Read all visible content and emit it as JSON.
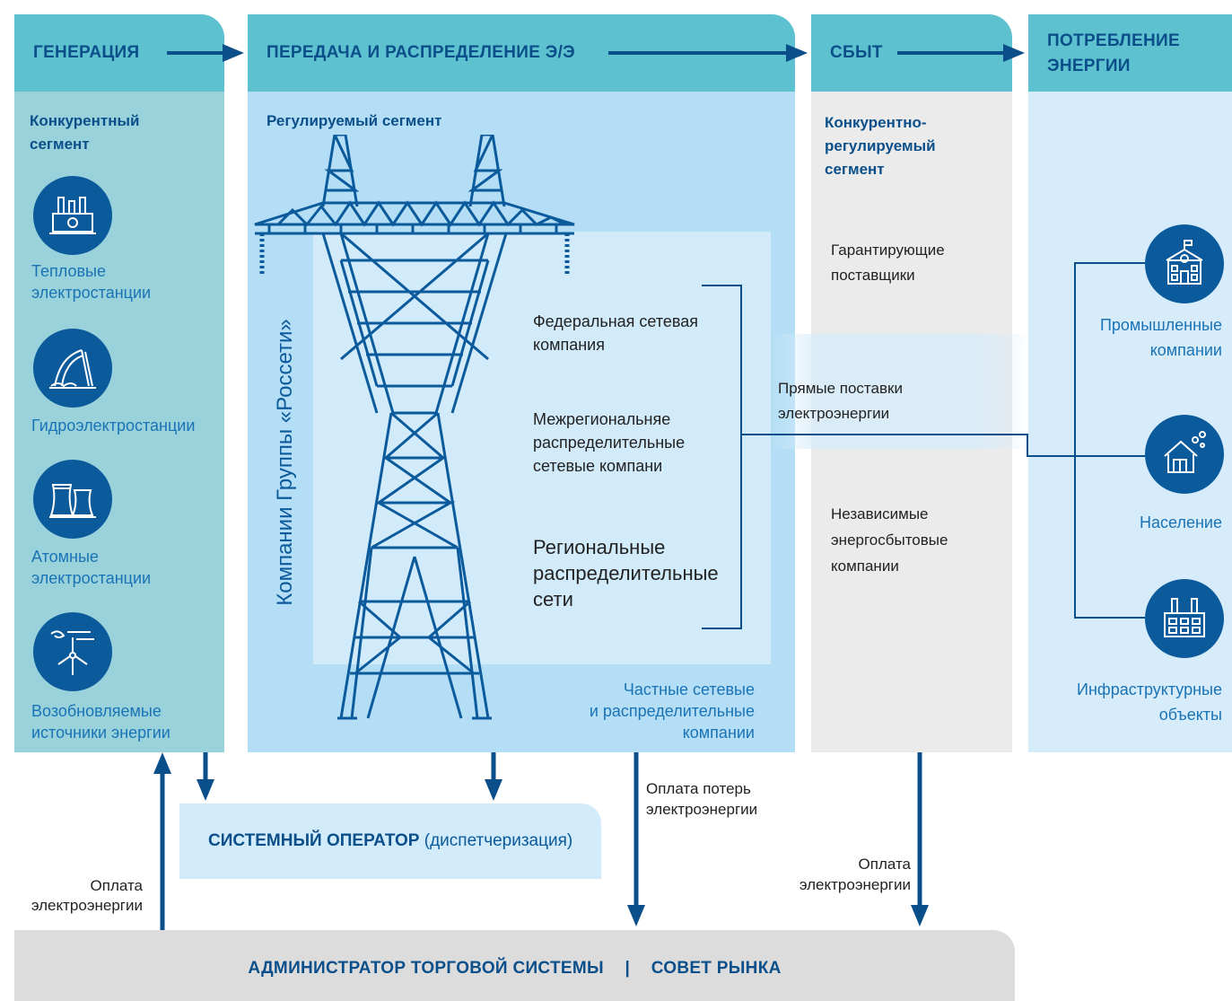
{
  "headers": {
    "generation": "ГЕНЕРАЦИЯ",
    "transmission": "ПЕРЕДАЧА И РАСПРЕДЕЛЕНИЕ Э/Э",
    "sales": "СБЫТ",
    "consumption_line1": "ПОТРЕБЛЕНИЕ",
    "consumption_line2": "ЭНЕРГИИ"
  },
  "generation": {
    "segment_line1": "Конкурентный",
    "segment_line2": "сегмент",
    "items": [
      {
        "icon": "thermal-plant-icon",
        "line1": "Тепловые",
        "line2": "электростанции"
      },
      {
        "icon": "hydro-plant-icon",
        "line1": "Гидроэлектростанции",
        "line2": ""
      },
      {
        "icon": "nuclear-plant-icon",
        "line1": "Атомные",
        "line2": "электростанции"
      },
      {
        "icon": "renewable-energy-icon",
        "line1": "Возобновляемые",
        "line2": "источники энергии"
      }
    ]
  },
  "transmission": {
    "segment": "Регулируемый сегмент",
    "vertical_label": "Компании Группы «Россети»",
    "companies": [
      {
        "line1": "Федеральная сетевая",
        "line2": "компания",
        "line3": ""
      },
      {
        "line1": "Межрегиональняе",
        "line2": "распределительные",
        "line3": "сетевые компани"
      },
      {
        "line1": "Региональные",
        "line2": "распределительные",
        "line3": "сети"
      }
    ],
    "private_line1": "Частные сетевые",
    "private_line2": "и распределительные",
    "private_line3": "компании"
  },
  "sales": {
    "segment_line1": "Конкурентно-",
    "segment_line2": "регулируемый",
    "segment_line3": "сегмент",
    "guaranteeing_line1": "Гарантирующие",
    "guaranteeing_line2": "поставщики",
    "independent_line1": "Независимые",
    "independent_line2": "энергосбытовые",
    "independent_line3": "компании"
  },
  "direct_supply_line1": "Прямые поставки",
  "direct_supply_line2": "электроэнергии",
  "consumers": [
    {
      "icon": "industrial-company-icon",
      "line1": "Промышленные",
      "line2": "компании"
    },
    {
      "icon": "household-icon",
      "line1": "Население",
      "line2": ""
    },
    {
      "icon": "infrastructure-icon",
      "line1": "Инфраструктурные",
      "line2": "объекты"
    }
  ],
  "system_operator": {
    "bold": "СИСТЕМНЫЙ ОПЕРАТОР",
    "normal": "(диспетчеризация)"
  },
  "payments": {
    "left_line1": "Оплата",
    "left_line2": "электроэнергии",
    "losses_line1": "Оплата потерь",
    "losses_line2": "электроэнергии",
    "right_line1": "Оплата",
    "right_line2": "электроэнергии"
  },
  "administrator": {
    "left": "АДМИНИСТРАТОР ТОРГОВОЙ СИСТЕМЫ",
    "separator": "|",
    "right": "СОВЕТ РЫНКА"
  },
  "colors": {
    "header": "#5dc1cf",
    "generation_panel": "#99d2db",
    "transmission_panel": "#b4def5",
    "inner_panel": "#d2ebfa",
    "sales_panel": "#ebebeb",
    "consumption_panel": "#d7ecfa",
    "dark_blue": "#0b4f8a",
    "icon_circle": "#0b5a9c"
  }
}
